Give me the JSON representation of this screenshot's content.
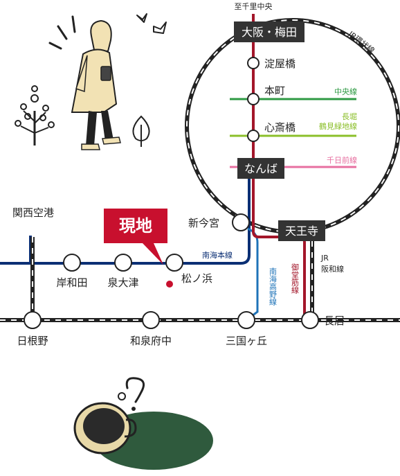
{
  "colors": {
    "red_line": "#a3162a",
    "green_line": "#2e9a43",
    "lime_line": "#8bbf2a",
    "pink_line": "#e76fa0",
    "navy_line": "#0b2f74",
    "blue_line": "#1e73b8",
    "jr_line": "#222222",
    "marker_red": "#c8102e",
    "box_dark": "#333333",
    "plate": "#2f5a3d"
  },
  "map": {
    "stations": {
      "top_terminus": "至千里中央",
      "osaka_umeda": "大阪・梅田",
      "yodoyabashi": "淀屋橋",
      "honmachi": "本町",
      "shinsaibashi": "心斎橋",
      "namba": "なんば",
      "shin_imamiya": "新今宮",
      "tennoji": "天王寺",
      "kansai_airport": "関西空港",
      "kishiwada": "岸和田",
      "izumi_otsu": "泉大津",
      "matsunohama": "松ノ浜",
      "hineno": "日根野",
      "izumi_fuchu": "和泉府中",
      "mikunigaoka": "三国ヶ丘",
      "nagai": "長居"
    },
    "lines": {
      "jr_loop": "JR環状線",
      "chuo": "中央線",
      "nagahori_1": "長堀",
      "nagahori_2": "鶴見緑地線",
      "sennichimae": "千日前線",
      "nankai_main": "南海本線",
      "nankai_koya": "南海高野線",
      "midosuji": "御堂筋線",
      "jr_hanwa_1": "JR",
      "jr_hanwa_2": "阪和線"
    },
    "here_label": "現地"
  }
}
